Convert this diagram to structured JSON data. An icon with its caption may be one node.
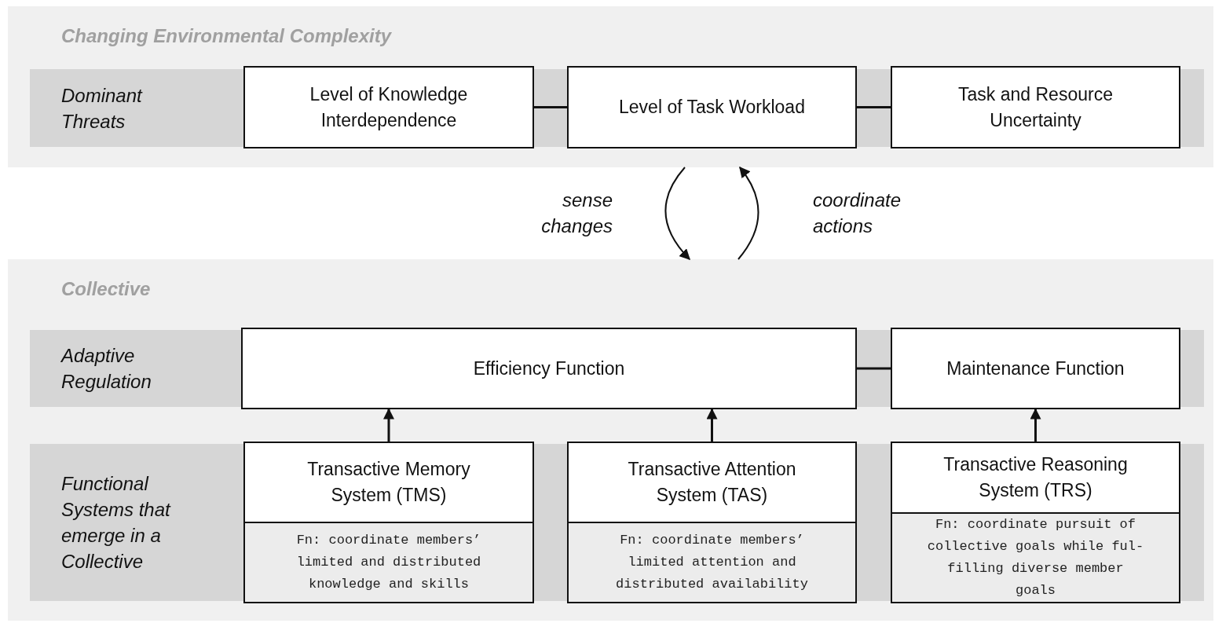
{
  "diagram": {
    "nodes": [
      {
        "text": [
          "Changing Environmental Complexity"
        ]
      },
      {
        "text": [
          "Dominant Threats"
        ],
        "in": 0
      },
      {
        "text": [
          "Level of Knowledge Interdependence"
        ],
        "in": 1
      },
      {
        "text": [
          "Level of Task Workload"
        ],
        "in": 1
      },
      {
        "text": [
          "Task and Resource Uncertainty"
        ],
        "in": 1
      },
      {
        "text": [
          "Collective"
        ]
      },
      {
        "text": [
          "Adaptive Regulation"
        ],
        "in": 5
      },
      {
        "text": [
          "Efficiency Function"
        ],
        "in": 6
      },
      {
        "text": [
          "Maintenance Function"
        ],
        "in": 6
      },
      {
        "text": [
          "Functional Systems that emerge in a Collective"
        ],
        "in": 5
      },
      {
        "text": [
          "Transactive Memory System (TMS)",
          "Fn: coordinate members’ limited and distributed knowledge and skills"
        ],
        "in": 9
      },
      {
        "text": [
          "Transactive Attention System (TAS)",
          "Fn: coordinate members’ limited attention and distributed availability"
        ],
        "in": 9
      },
      {
        "text": [
          "Transactive Reasoning System (TRS)",
          "Fn: coordinate pursuit of collective goals while ful-filling diverse member goals"
        ],
        "in": 9
      }
    ],
    "edges": [
      {
        "from": 2,
        "to": 3,
        "arrow": "none"
      },
      {
        "from": 3,
        "to": 4,
        "arrow": "none"
      },
      {
        "from": 7,
        "to": 8,
        "arrow": "none"
      },
      {
        "from": 10,
        "to": 7,
        "arrow": "to"
      },
      {
        "from": 11,
        "to": 7,
        "arrow": "to"
      },
      {
        "from": 12,
        "to": 8,
        "arrow": "to"
      },
      {
        "from": 0,
        "to": 5,
        "arrow": "to",
        "label": "sense changes"
      },
      {
        "from": 5,
        "to": 0,
        "arrow": "to",
        "label": "coordinate actions"
      }
    ]
  }
}
